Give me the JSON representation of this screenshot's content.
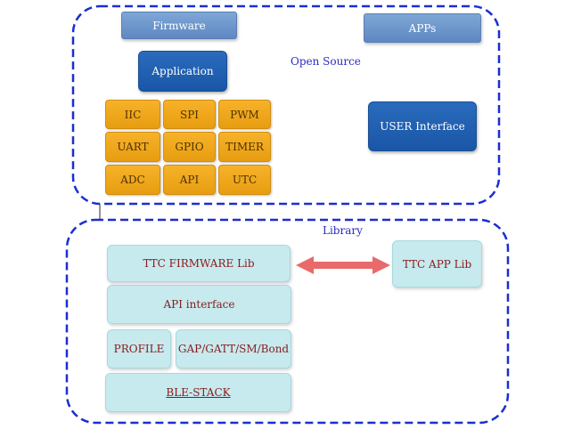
{
  "open_source": {
    "label": "Open Source",
    "firmware": "Firmware",
    "apps": "APPs",
    "application": "Application",
    "user_interface": "USER Interface",
    "modules": [
      "IIC",
      "SPI",
      "PWM",
      "UART",
      "GPIO",
      "TIMER",
      "ADC",
      "API",
      "UTC"
    ]
  },
  "library": {
    "label": "Library",
    "ttc_firmware_lib": "TTC FIRMWARE Lib",
    "ttc_app_lib": "TTC APP Lib",
    "api_interface": "API interface",
    "profile": "PROFILE",
    "gap_gatt": "GAP/GATT/SM/Bond",
    "ble_stack": "BLE-STACK"
  },
  "colors": {
    "dashed_border": "#1a2fd0",
    "arrow": "#e86a6a"
  }
}
